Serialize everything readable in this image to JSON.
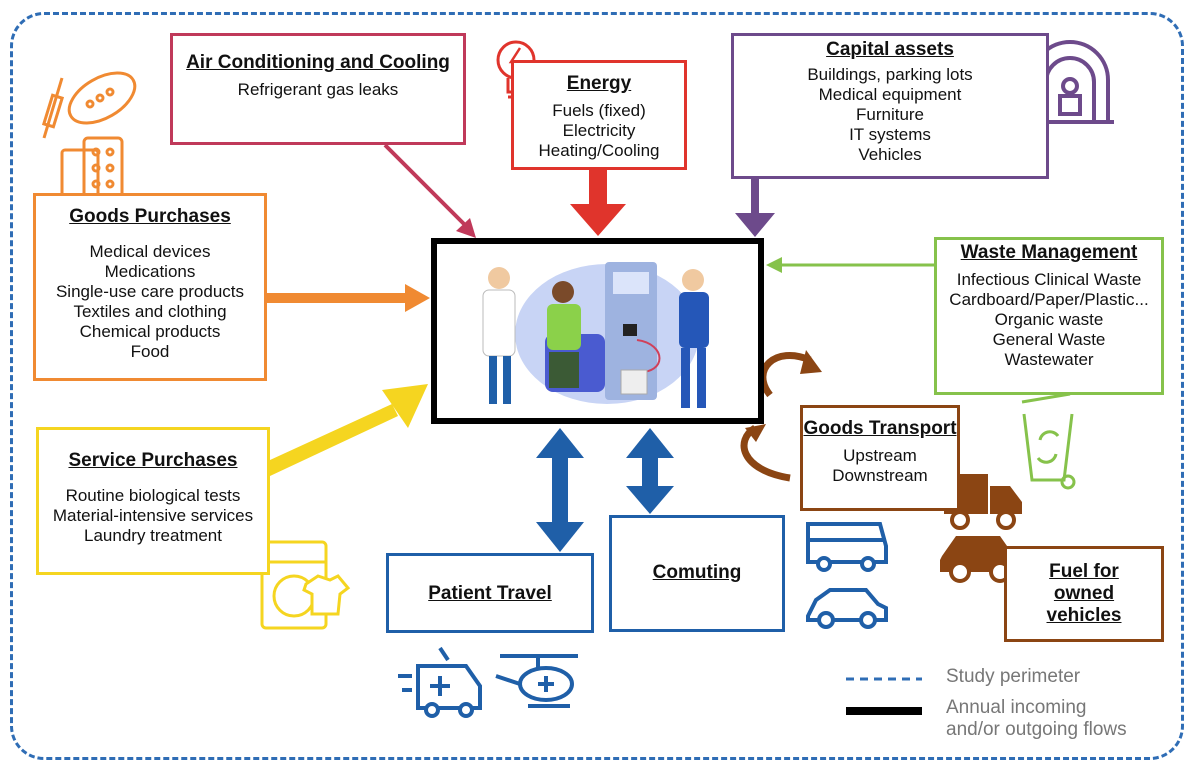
{
  "ac": {
    "title": "Air Conditioning and Cooling",
    "lines": [
      "Refrigerant gas leaks"
    ]
  },
  "energy": {
    "title": "Energy",
    "lines": [
      "Fuels (fixed)",
      "Electricity",
      "Heating/Cooling"
    ]
  },
  "capital": {
    "title": "Capital assets",
    "lines": [
      "Buildings, parking lots",
      "Medical equipment",
      "Furniture",
      "IT systems",
      "Vehicles"
    ]
  },
  "goods": {
    "title": "Goods Purchases",
    "lines": [
      "Medical devices",
      "Medications",
      "Single-use care products",
      "Textiles and clothing",
      "Chemical products",
      "Food"
    ]
  },
  "waste": {
    "title": "Waste Management",
    "lines": [
      "Infectious Clinical Waste",
      "Cardboard/Paper/Plastic...",
      "Organic waste",
      "General Waste",
      "Wastewater"
    ]
  },
  "service": {
    "title": "Service Purchases",
    "lines": [
      "Routine biological tests",
      "Material-intensive services",
      "Laundry treatment"
    ]
  },
  "transport": {
    "title": "Goods Transport",
    "lines": [
      "Upstream",
      "Downstream"
    ]
  },
  "patient": {
    "title": "Patient Travel"
  },
  "comuting": {
    "title": "Comuting"
  },
  "fuel": {
    "title_lines": [
      "Fuel for",
      "owned",
      "vehicles"
    ]
  },
  "legend": {
    "perimeter": "Study perimeter",
    "flows_line1": "Annual incoming",
    "flows_line2": "and/or outgoing flows"
  },
  "colors": {
    "ac": "#c0395a",
    "energy": "#e0342c",
    "capital": "#6d4a8b",
    "goods": "#f08a32",
    "waste": "#86c24b",
    "service": "#f5d520",
    "transport": "#8b4513",
    "travel": "#1f5fa8",
    "perimeter": "#2f6db5"
  },
  "icons": [
    "syringe-pills-icon",
    "lightbulb-icon",
    "mri-scanner-icon",
    "recycle-bin-icon",
    "washing-machine-icon",
    "truck-icon",
    "car-icon",
    "bus-icon",
    "ambulance-icon",
    "helicopter-icon",
    "dialysis-scene-illustration"
  ]
}
